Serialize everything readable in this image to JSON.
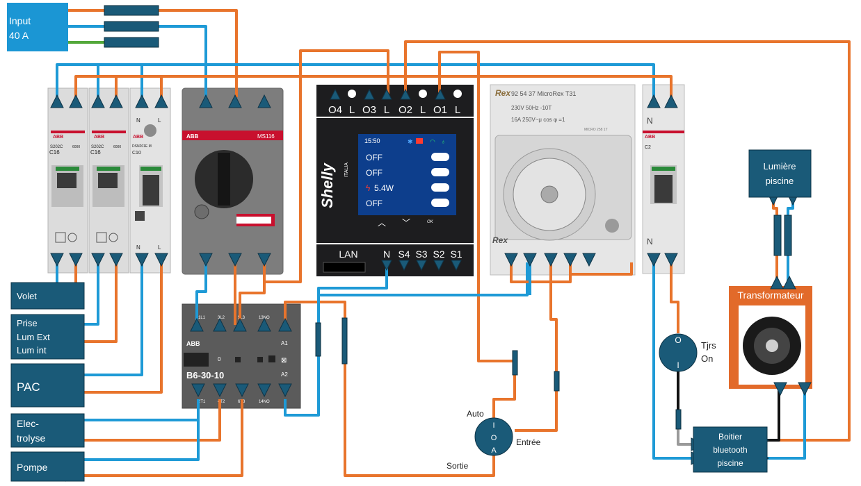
{
  "colors": {
    "blue_wire": "#1e9ad6",
    "orange_wire": "#e8742c",
    "green_wire": "#53a83a",
    "black_wire": "#111111",
    "grey_wire": "#9a9a9a",
    "box_fill": "#1a5a78",
    "input_fill": "#1b96d4",
    "transfo_fill": "#e26a2a",
    "device_dark": "#1d1d1f",
    "device_light": "#dedede",
    "breaker_red": "#c8102e"
  },
  "input_block": {
    "line1": "Input",
    "line2": "40 A"
  },
  "loads": {
    "volet": "Volet",
    "prise": "Prise",
    "lum_ext": "Lum Ext",
    "lum_int": "Lum int",
    "pac": "PAC",
    "electrolyse_1": "Elec-",
    "electrolyse_2": "trolyse",
    "pompe": "Pompe"
  },
  "breakers": [
    {
      "brand": "ABB",
      "model": "S202C",
      "rating": "C16",
      "code": "6000"
    },
    {
      "brand": "ABB",
      "model": "S202C",
      "rating": "C16",
      "code": "6000"
    },
    {
      "brand": "ABB",
      "model": "DSN201E M",
      "rating": "C10",
      "code": "",
      "term_top_n": "N",
      "term_top_l": "L",
      "term_bot_n": "N",
      "term_bot_l": "L"
    }
  ],
  "motor_breaker": {
    "brand": "ABB",
    "model": "MS116"
  },
  "shelly": {
    "brand": "Shelly",
    "sub": "ITALIA",
    "top_terminals": [
      "O4",
      "L",
      "O3",
      "L",
      "O2",
      "L",
      "O1",
      "L"
    ],
    "bottom_terminals": [
      "LAN",
      "N",
      "S4",
      "S3",
      "S2",
      "S1"
    ],
    "screen": {
      "time": "15:50",
      "rows": [
        "OFF",
        "OFF",
        "5.4W",
        "OFF"
      ],
      "btn_ok": "OK"
    }
  },
  "timer": {
    "brand": "Rex",
    "ref": "92 54 37 MicroRex T31",
    "spec1": "230V 50Hz -10T",
    "spec2": "16A 250V~μ  cos φ =1",
    "code": "MICRO 258 1T"
  },
  "contactor": {
    "brand": "ABB",
    "model": "B6-30-10",
    "top": [
      "1L1",
      "3L2",
      "5L3",
      "13NO"
    ],
    "bottom": [
      "2T1",
      "4T2",
      "6T3",
      "14NO"
    ],
    "a1": "A1",
    "a2": "A2",
    "zero": "0"
  },
  "right_breaker": {
    "brand": "ABB",
    "rating": "C2",
    "term_top": "N",
    "term_bot": "N"
  },
  "switch_ioa": {
    "top": "I",
    "mid": "O",
    "bottom": "A",
    "label_auto": "Auto",
    "label_entree": "Entrée",
    "label_sortie": "Sortie"
  },
  "switch_oi": {
    "top": "O",
    "bottom": "I",
    "label1": "Tjrs",
    "label2": "On"
  },
  "lumiere": {
    "line1": "Lumière",
    "line2": "piscine"
  },
  "transformateur": {
    "title": "Transformateur"
  },
  "boitier": {
    "line1": "Boitier",
    "line2": "bluetooth",
    "line3": "piscine"
  }
}
